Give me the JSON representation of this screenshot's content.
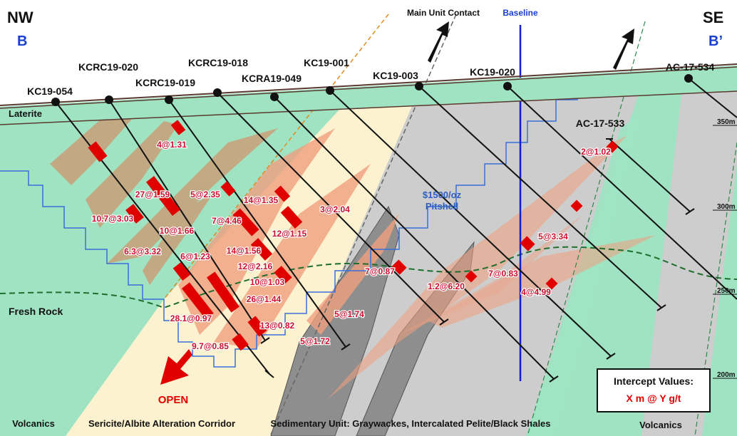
{
  "header": {
    "left_dir": "NW",
    "left_section": "B",
    "right_dir": "SE",
    "right_section": "B’"
  },
  "annotations": {
    "main_unit_contact": "Main Unit Contact",
    "baseline": "Baseline",
    "pitshell_line1": "$1500/oz",
    "pitshell_line2": "Pitshell",
    "laterite": "Laterite",
    "fresh_rock": "Fresh Rock",
    "open": "OPEN"
  },
  "holes": [
    "KC19-054",
    "KCRC19-020",
    "KCRC19-019",
    "KCRC19-018",
    "KCRA19-049",
    "KC19-001",
    "KC19-003",
    "KC19-020",
    "AC-17-534",
    "AC-17-533"
  ],
  "intercepts": [
    "4@1.31",
    "27@1.59",
    "5@2.35",
    "14@1.35",
    "10.7@3.03",
    "7@4.46",
    "10@1.66",
    "12@1.15",
    "3@2.04",
    "6.3@3.32",
    "6@1.23",
    "14@1.56",
    "12@2.16",
    "10@1.03",
    "7@0.87",
    "1.2@6.20",
    "7@0.83",
    "5@3.34",
    "2@1.02",
    "4@4.99",
    "26@1.44",
    "28.1@0.97",
    "13@0.82",
    "5@1.74",
    "5@1.72",
    "9.7@0.85"
  ],
  "elevations": [
    "350m",
    "300m",
    "250m",
    "200m"
  ],
  "units": {
    "volcanics_left": "Volcanics",
    "alteration": "Sericite/Albite Alteration Corridor",
    "sedimentary": "Sedimentary Unit: Graywackes, Intercalated Pelite/Black Shales",
    "volcanics_right": "Volcanics"
  },
  "legend": {
    "title": "Intercept Values:",
    "format": "X m @ Y g/t"
  },
  "colors": {
    "volcanics": "#9fe3c3",
    "corridor": "#fdf2cf",
    "sediment": "#cfcfcf",
    "intercept": "#e00000",
    "pitshell": "#3a6fd8",
    "baseline": "#1020d0"
  }
}
